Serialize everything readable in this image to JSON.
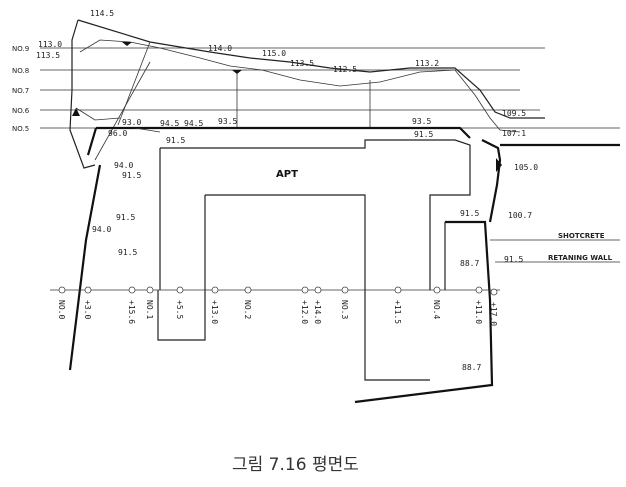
{
  "sections": [
    "NO.9",
    "NO.8",
    "NO.7",
    "NO.6",
    "NO.5"
  ],
  "elevations": {
    "e114_5": "114.5",
    "e113_0": "113.0",
    "e113_5a": "113.5",
    "e114_0": "114.0",
    "e115_0": "115.0",
    "e113_5b": "113.5",
    "e112_5": "112.5",
    "e113_2": "113.2",
    "e109_5": "109.5",
    "e107_1": "107.1",
    "e105_0": "105.0",
    "e93_0": "93.0",
    "e94_5a": "94.5",
    "e94_5b": "94.5",
    "e93_5a": "93.5",
    "e93_5b": "93.5",
    "e96_0": "96.0",
    "e91_5a": "91.5",
    "e91_5b": "91.5",
    "e94_0a": "94.0",
    "e91_5c": "91.5",
    "e91_5d": "91.5",
    "e94_0b": "94.0",
    "e91_5e": "91.5",
    "e91_5f": "91.5",
    "e100_7": "100.7",
    "e88_7a": "88.7",
    "e91_5g": "91.5",
    "e88_7b": "88.7"
  },
  "building_label": "APT",
  "notes": {
    "shotcrete": "SHOTCRETE",
    "retaining_wall": "RETANING WALL"
  },
  "stations": [
    "NO.0",
    "+3.0",
    "+15.6",
    "NO.1",
    "+5.5",
    "+13.0",
    "NO.2",
    "+12.0",
    "+14.0",
    "NO.3",
    "+11.5",
    "NO.4",
    "+11.0",
    "+17.0"
  ],
  "caption": "그림 7.16 평면도"
}
